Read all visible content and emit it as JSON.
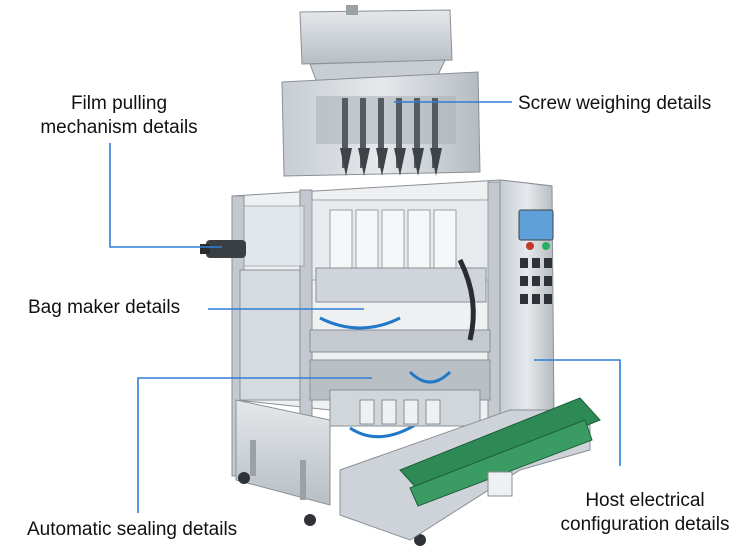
{
  "callouts": {
    "film_pulling": [
      "Film pulling",
      "mechanism details"
    ],
    "screw_weighing": "Screw weighing details",
    "bag_maker": "Bag maker details",
    "automatic_sealing": "Automatic sealing details",
    "host_electrical": [
      "Host electrical",
      "configuration details"
    ]
  },
  "colors": {
    "callout_line": "#2f7fd6",
    "steel_light": "#d9dde0",
    "steel_mid": "#b9bfc4",
    "steel_dark": "#7d858c",
    "conveyor_green": "#2e8a55",
    "cable_blue": "#1f78c8",
    "screen_blue": "#5fa0d8"
  },
  "icons": [
    "packaging-machine-illustration"
  ]
}
